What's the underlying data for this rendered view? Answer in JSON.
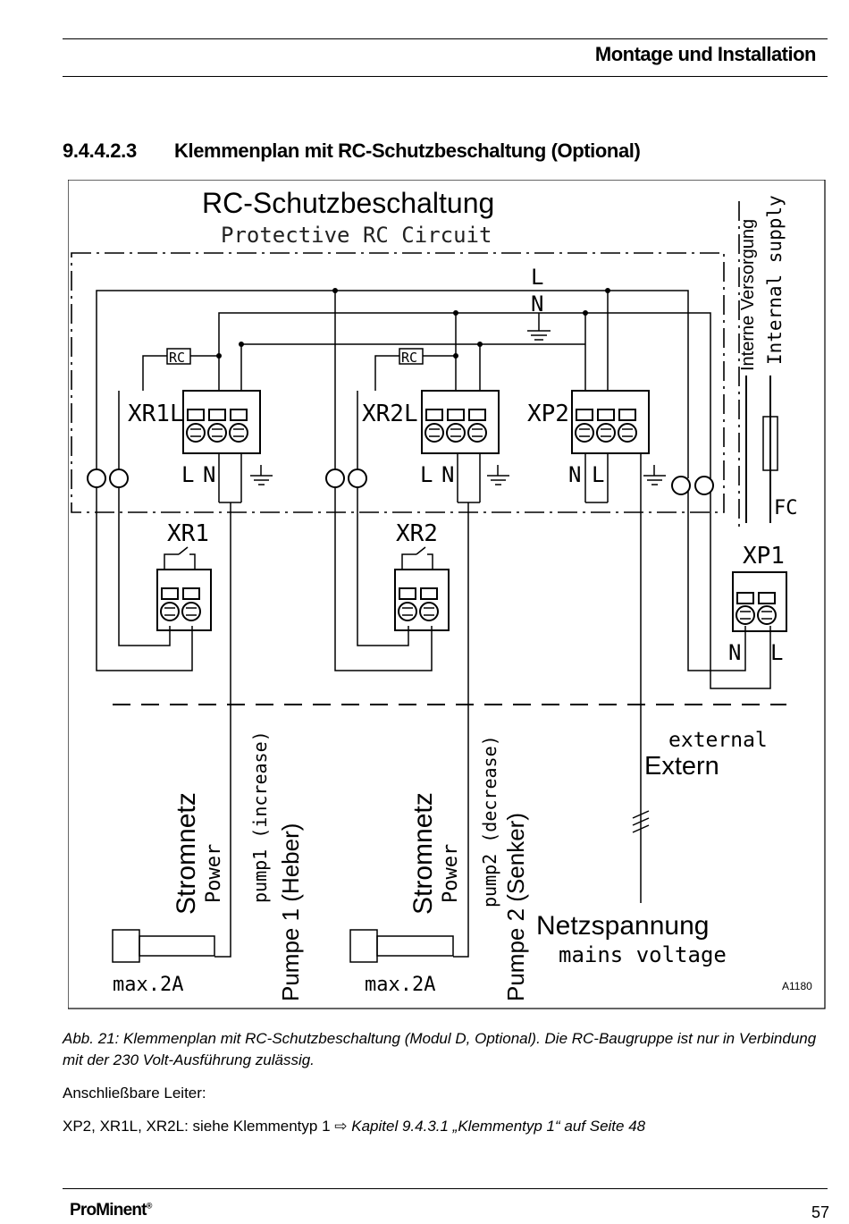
{
  "header": {
    "title": "Montage und Installation"
  },
  "section": {
    "number": "9.4.4.2.3",
    "title": "Klemmenplan mit RC-Schutzbeschaltung (Optional)"
  },
  "diagram": {
    "title": "RC-Schutzbeschaltung",
    "subtitle": "Protective RC Circuit",
    "internal_de": "Interne Versorgung",
    "internal_en": "Internal supply",
    "line_L": "L",
    "line_N": "N",
    "rc_label": "RC",
    "terminals": {
      "xr1l": "XR1L",
      "xr2l": "XR2L",
      "xp2": "XP2",
      "xr1": "XR1",
      "xr2": "XR2",
      "xp1": "XP1"
    },
    "pin_L": "L",
    "pin_N": "N",
    "fuse": "FC",
    "external_en": "external",
    "external_de": "Extern",
    "power_de": "Stromnetz",
    "power_en": "Power",
    "pump1_en": "pump1 (increase)",
    "pump1_de": "Pumpe 1 (Heber)",
    "pump2_en": "pump2 (decrease)",
    "pump2_de": "Pumpe 2 (Senker)",
    "mains_de": "Netzspannung",
    "mains_en": "mains voltage",
    "max_current": "max.2A",
    "figure_id": "A1180"
  },
  "caption": "Abb. 21: Klemmenplan mit RC-Schutzbeschaltung (Modul D, Optional). Die RC-Baugruppe ist nur in Verbindung mit der 230 Volt-Ausführung zulässig.",
  "para1": "Anschließbare Leiter:",
  "para2": {
    "text": "XP2, XR1L, XR2L: siehe Klemmentyp 1",
    "arrow": "⇨",
    "link": "Kapitel 9.4.3.1 „Klemmentyp 1“ auf Seite 48"
  },
  "footer": {
    "logo_pro": "Pro",
    "logo_minent": "Minent",
    "logo_reg": "®",
    "page": "57"
  }
}
